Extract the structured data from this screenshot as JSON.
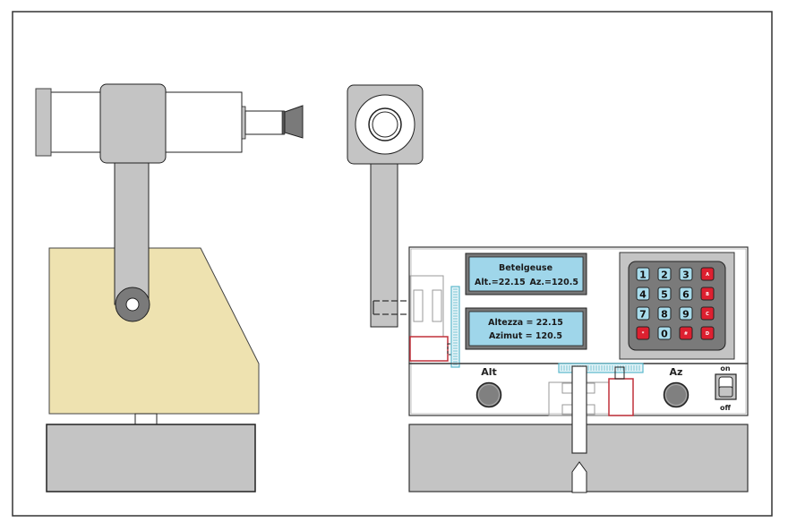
{
  "diagram": {
    "title": "Telescope mount with Alt-Az controller",
    "colors": {
      "gray_part": "#c4c4c4",
      "dark_gray": "#7a7a7a",
      "base_beige": "#eee2b0",
      "lcd_blue": "#9fd6ea",
      "key_blue": "#a8dcec",
      "key_red": "#dd2030",
      "motor_red": "#c0303a",
      "gear_cyan": "#5ab8cc",
      "outline": "#222222"
    },
    "lcd_top": {
      "line1": "Betelgeuse",
      "line2_left": "Alt.=22.15",
      "line2_right": "Az.=120.5"
    },
    "lcd_bottom": {
      "line1": "Altezza = 22.15",
      "line2": "Azimut = 120.5"
    },
    "keypad": {
      "rows": [
        [
          {
            "label": "1",
            "type": "num"
          },
          {
            "label": "2",
            "type": "num"
          },
          {
            "label": "3",
            "type": "num"
          },
          {
            "label": "A",
            "type": "func"
          }
        ],
        [
          {
            "label": "4",
            "type": "num"
          },
          {
            "label": "5",
            "type": "num"
          },
          {
            "label": "6",
            "type": "num"
          },
          {
            "label": "B",
            "type": "func"
          }
        ],
        [
          {
            "label": "7",
            "type": "num"
          },
          {
            "label": "8",
            "type": "num"
          },
          {
            "label": "9",
            "type": "num"
          },
          {
            "label": "C",
            "type": "func"
          }
        ],
        [
          {
            "label": "*",
            "type": "func"
          },
          {
            "label": "0",
            "type": "num"
          },
          {
            "label": "#",
            "type": "func"
          },
          {
            "label": "D",
            "type": "func"
          }
        ]
      ]
    },
    "knobs": {
      "alt_label": "Alt",
      "az_label": "Az"
    },
    "power_switch": {
      "on_label": "on",
      "off_label": "off",
      "state": "off"
    }
  }
}
